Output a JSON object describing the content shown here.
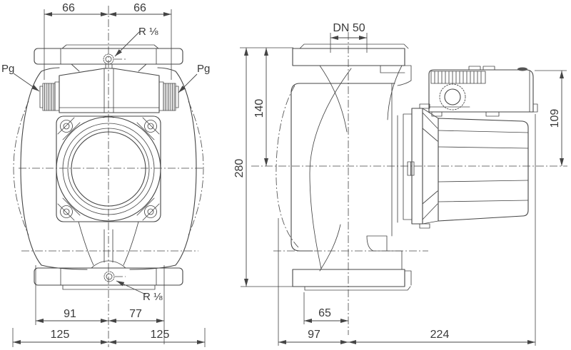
{
  "page": {
    "background": "#ffffff",
    "line_color": "#454545",
    "text_color": "#3a3a3a"
  },
  "labels": {
    "pg_left": "Pg",
    "pg_right": "Pg",
    "vent_plug_top": "R ⅛",
    "drain_plug_bottom": "R ⅛",
    "flange_nominal": "DN 50"
  },
  "dimensions_mm": {
    "port_to_gland_left": "66",
    "port_to_gland_right": "66",
    "overall_height": "280",
    "flange_to_center": "140",
    "terminal_box_height": "109",
    "foot_left": "91",
    "foot_right": "77",
    "shell_half_left": "125",
    "shell_half_right": "125",
    "flange_offset": "65",
    "body_front_depth": "97",
    "motor_length": "224"
  }
}
